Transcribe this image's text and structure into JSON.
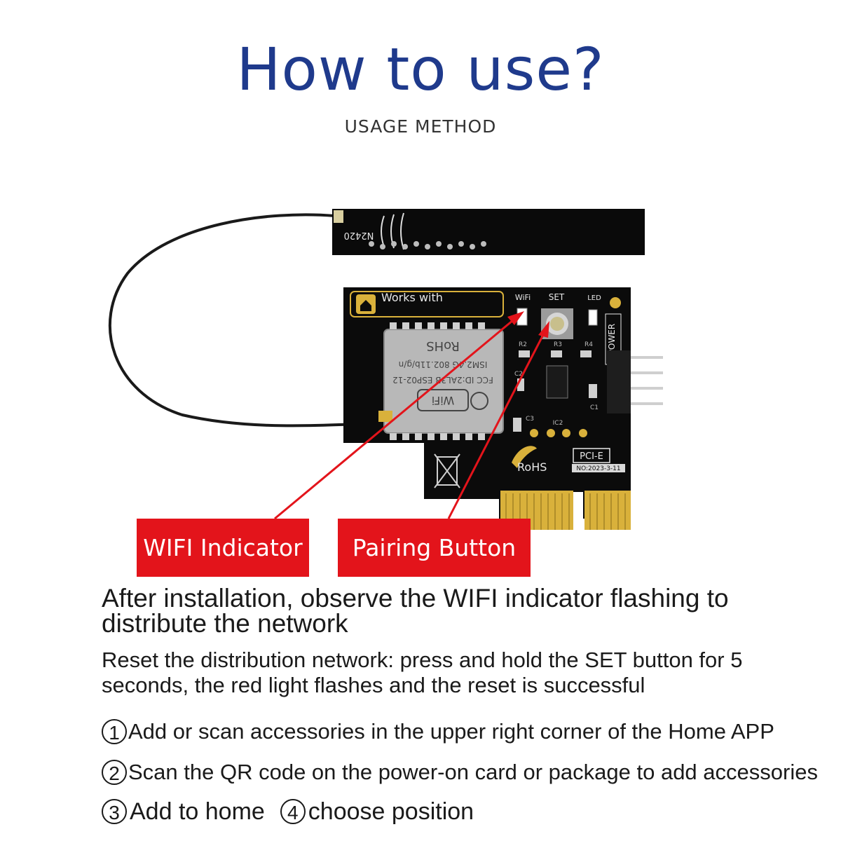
{
  "header": {
    "title": "How to use?",
    "subtitle": "USAGE METHOD"
  },
  "board": {
    "antenna_label": "N2420",
    "works_with": "Works with",
    "wifi_label": "WiFi",
    "set_label": "SET",
    "led_label": "LED",
    "power_label": "POWER",
    "module_rohs": "RoHS",
    "module_line1": "ISM2.4G  802.11b/g/n",
    "module_line2": "FCC ID:2AL3B ESP02-12",
    "module_wifi": "WiFi",
    "pcie_label": "PCI-E",
    "date_label": "NO:2023-3-11",
    "rohs_logo": "RoHS",
    "r2": "R2",
    "r3": "R3",
    "r4": "R4",
    "c1": "C1",
    "c2": "C2",
    "c3": "C3",
    "ic2": "IC2"
  },
  "callouts": {
    "wifi_indicator": "WIFI Indicator",
    "pairing_button": "Pairing Button"
  },
  "instructions": {
    "main": "After installation, observe the WIFI indicator flashing to distribute the network",
    "reset": "Reset the distribution network: press and hold the SET button for 5 seconds, the red light flashes and the reset is successful",
    "steps": [
      {
        "num": "1",
        "text": "Add or scan accessories in the upper right corner of the Home APP"
      },
      {
        "num": "2",
        "text": "Scan the QR code on the power-on card or package to add accessories"
      },
      {
        "num": "3",
        "text": "Add to home"
      },
      {
        "num": "4",
        "text": "choose position"
      }
    ]
  },
  "colors": {
    "title": "#1f3a8c",
    "callout": "#e3141b",
    "pcb": "#0b0b0b",
    "gold": "#d9b13b"
  }
}
